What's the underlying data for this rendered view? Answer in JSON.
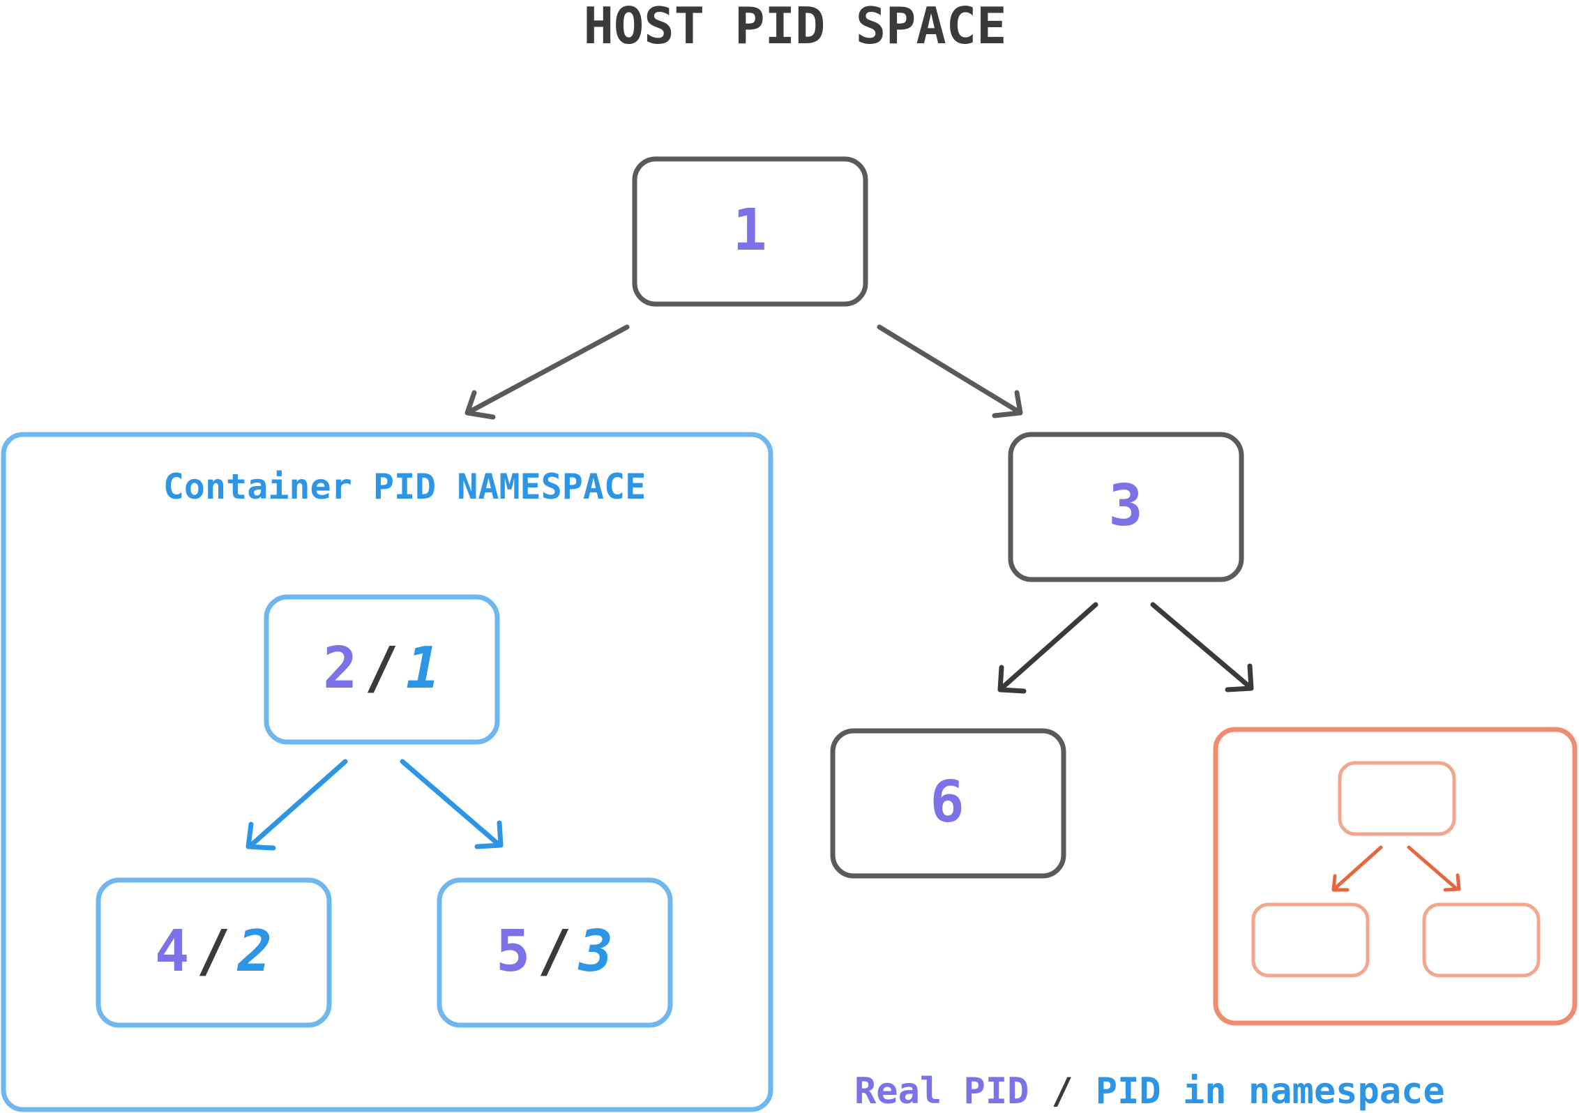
{
  "title": "HOST PID SPACE",
  "colors": {
    "dark": "#3a3a3a",
    "gray": "#5a5a5a",
    "purple": "#7b72e8",
    "blue": "#2c95e6",
    "light_blue": "#6db6ee",
    "orange": "#ef8c70",
    "orange_light": "#f2a68c",
    "orange_arrow": "#e8663e"
  },
  "host_nodes": {
    "root": "1",
    "child": "3",
    "grandchild": "6"
  },
  "container": {
    "label": "Container PID NAMESPACE",
    "root": {
      "real": "2",
      "sep": "/",
      "ns": "1"
    },
    "left": {
      "real": "4",
      "sep": "/",
      "ns": "2"
    },
    "right": {
      "real": "5",
      "sep": "/",
      "ns": "3"
    }
  },
  "legend": {
    "real": "Real PID",
    "sep": "/",
    "ns": "PID in namespace"
  }
}
